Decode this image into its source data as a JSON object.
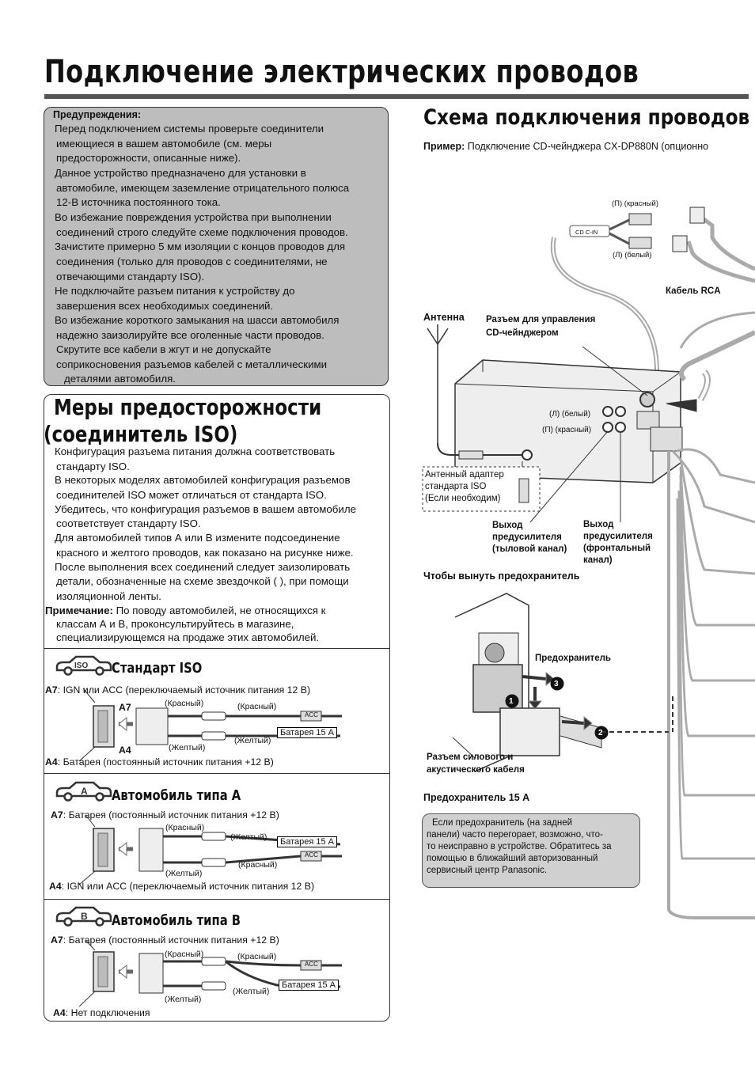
{
  "title": "Подключение электрических проводов",
  "warnings": {
    "heading": "Предупреждения:",
    "lines": [
      "Перед подключением системы проверьте соединители",
      "имеющиеся в вашем автомобиле (см. меры",
      "предосторожности, описанные ниже).",
      "Данное устройство предназначено для установки в",
      "автомобиле, имеющем заземление отрицательного полюса",
      "12-В источника постоянного тока.",
      "Во избежание повреждения устройства при выполнении",
      "соединений строго следуйте схеме подключения проводов.",
      "Зачистите примерно 5 мм изоляции с концов проводов для",
      "соединения (только для проводов с соединителями, не",
      "отвечающими стандарту ISO).",
      "Не подключайте разъем питания к устройству до",
      "завершения всех необходимых соединений.",
      "Во избежание короткого замыкания на шасси автомобиля",
      "надежно заизолируйте все оголенные части проводов.",
      "Скрутите все кабели в жгут и не допускайте",
      "соприкосновения разъемов кабелей с металлическими",
      "деталями автомобиля."
    ]
  },
  "precautions": {
    "title_line1": "Меры предосторожности",
    "title_line2": "(соединитель ISO)",
    "lines": [
      "Конфигурация разъема питания должна соответствовать",
      "стандарту ISO.",
      "В некоторых моделях автомобилей конфигурация разъемов",
      "соединителей ISO может отличаться от стандарта ISO.",
      "Убедитесь, что конфигурация разъемов в вашем автомобиле",
      "соответствует стандарту ISO.",
      "Для автомобилей типов А или В измените подсоединение",
      "красного и желтого проводов, как показано на рисунке ниже.",
      "После выполнения всех соединений следует заизолировать",
      "детали, обозначенные на схеме звездочкой (   ), при помощи",
      "изоляционной ленты."
    ],
    "note_label": "Примечание:",
    "note_lines": [
      " По поводу автомобилей, не относящихся к",
      "классам А и В, проконсультируйтесь в магазине,",
      "специализирующемся на продаже этих автомобилей."
    ]
  },
  "iso_standard": {
    "badge": "ISO",
    "title": "Стандарт ISO",
    "a7": "A7",
    "a7_text": ": IGN или ACC (переключаемый источник питания 12 В)",
    "a4": "A4",
    "a4_text": ": Батарея (постоянный источник питания +12 В)",
    "red1": "(Красный)",
    "red2": "(Красный)",
    "yellow1": "(Желтый)",
    "yellow2": "(Желтый)",
    "acc": "ACC",
    "battery": "Батарея 15 А"
  },
  "type_a": {
    "badge": "A",
    "title": "Автомобиль типа А",
    "a7": "A7",
    "a7_text": ": Батарея (постоянный источник питания +12 В)",
    "a4": "A4",
    "a4_text": ": IGN или ACC (переключаемый источник питания 12 В)",
    "red1": "(Красный)",
    "yellow1": "(Желтый)",
    "red2": "(Красный)",
    "yellow2": "(Желтый)",
    "acc": "ACC",
    "battery": "Батарея 15 А"
  },
  "type_b": {
    "badge": "B",
    "title": "Автомобиль типа В",
    "a7": "A7",
    "a7_text": ": Батарея (постоянный источник питания +12 В)",
    "a4": "A4",
    "a4_text": ": Нет подключения",
    "red1": "(Красный)",
    "red2": "(Красный)",
    "yellow1": "(Желтый)",
    "yellow2": "(Желтый)",
    "acc": "ACC",
    "battery": "Батарея 15 А"
  },
  "schema": {
    "title": "Схема подключения проводов",
    "example_label": "Пример:",
    "example_text": " Подключение CD-чейнджера CX-DP880N (опционно",
    "right_red": "(П) (красный)",
    "left_white": "(Л) (белый)",
    "cdc_in": "CD C-IN",
    "rca_cable": "Кабель RCA",
    "antenna": "Антенна",
    "cd_control_1": "Разъем для управления",
    "cd_control_2": "CD-чейнджером",
    "l_white": "(Л) (белый)",
    "r_red": "(П) (красный)",
    "adapter_1": "Антенный адаптер",
    "adapter_2": "стандарта ISO",
    "adapter_3": "(Если необходим)",
    "rear_out_1": "Выход",
    "rear_out_2": "предусилителя",
    "rear_out_3": "(тыловой канал)",
    "front_out_1": "Выход",
    "front_out_2": "предусилителя",
    "front_out_3": "(фронтальный",
    "front_out_4": "канал)",
    "fuse_remove": "Чтобы вынуть предохранитель",
    "fuse": "Предохранитель",
    "power_conn_1": "Разъем силового и",
    "power_conn_2": "акустического кабеля",
    "fuse_15": "Предохранитель 15 А",
    "step1": "1",
    "step2": "2",
    "step3": "3",
    "fuse_note": [
      "Если предохранитель (на задней",
      "панели) часто перегорает, возможно, что-",
      "то неисправно в устройстве. Обратитесь за",
      "помощью в ближайший авторизованный",
      "сервисный центр Panasonic."
    ]
  }
}
